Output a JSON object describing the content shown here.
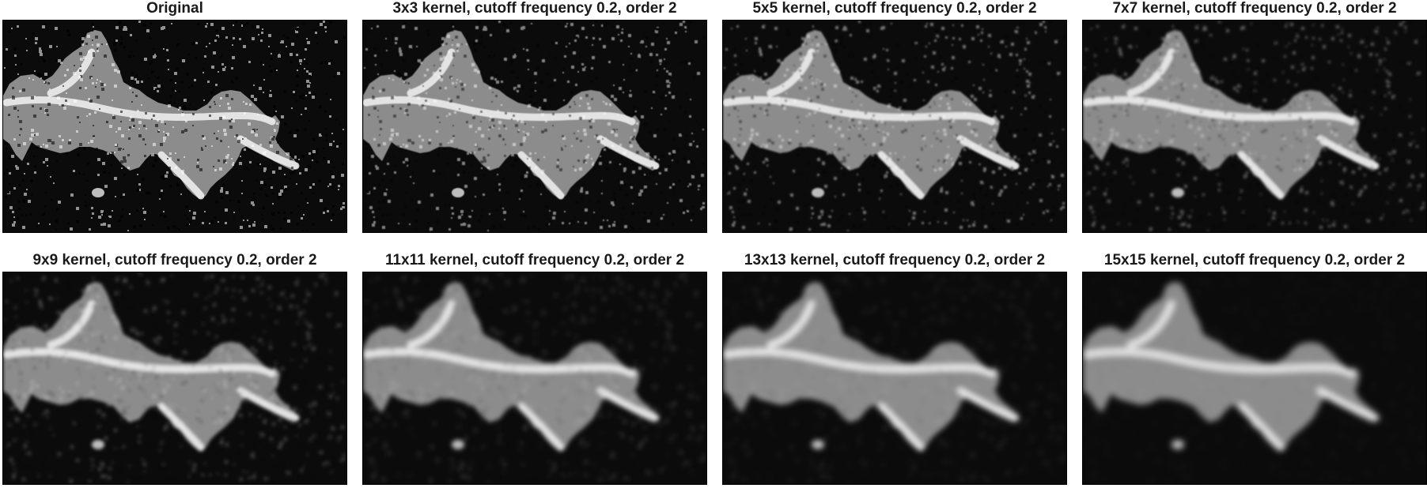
{
  "panels": [
    {
      "title": "Original",
      "kernel": 1
    },
    {
      "title": "3x3 kernel, cutoff frequency 0.2, order 2",
      "kernel": 3
    },
    {
      "title": "5x5 kernel, cutoff frequency 0.2, order 2",
      "kernel": 5
    },
    {
      "title": "7x7 kernel, cutoff frequency 0.2, order 2",
      "kernel": 7
    },
    {
      "title": "9x9 kernel, cutoff frequency 0.2, order 2",
      "kernel": 9
    },
    {
      "title": "11x11 kernel, cutoff frequency 0.2, order 2",
      "kernel": 11
    },
    {
      "title": "13x13 kernel, cutoff frequency 0.2, order 2",
      "kernel": 13
    },
    {
      "title": "15x15 kernel, cutoff frequency 0.2, order 2",
      "kernel": 15
    }
  ],
  "colors": {
    "background": "#0b0b0b",
    "foreground": "#f2f2f2"
  }
}
